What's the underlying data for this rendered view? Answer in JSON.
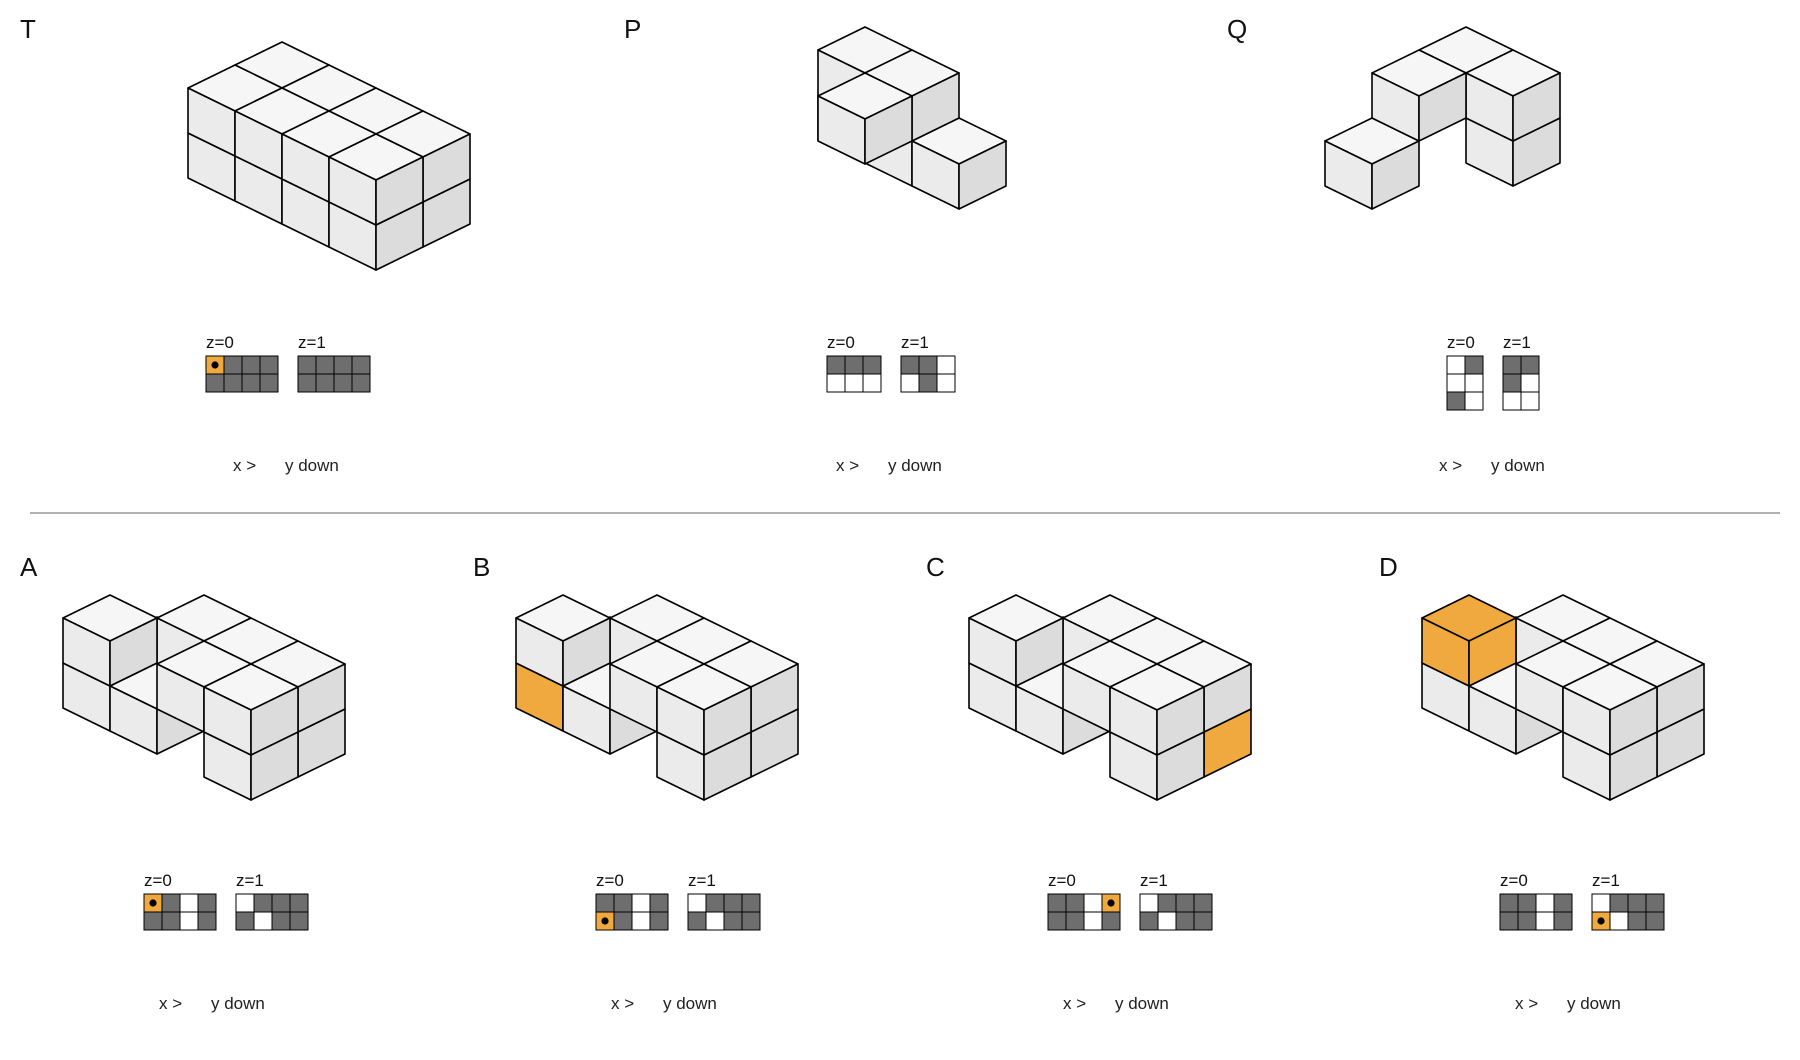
{
  "top_panels": [
    {
      "label": "T",
      "voxels": [
        [
          0,
          0,
          0
        ],
        [
          1,
          0,
          0
        ],
        [
          2,
          0,
          0
        ],
        [
          3,
          0,
          0
        ],
        [
          0,
          1,
          0
        ],
        [
          1,
          1,
          0
        ],
        [
          2,
          1,
          0
        ],
        [
          3,
          1,
          0
        ],
        [
          0,
          0,
          1
        ],
        [
          1,
          0,
          1
        ],
        [
          2,
          0,
          1
        ],
        [
          3,
          0,
          1
        ],
        [
          0,
          1,
          1
        ],
        [
          1,
          1,
          1
        ],
        [
          2,
          1,
          1
        ],
        [
          3,
          1,
          1
        ]
      ],
      "highlight": [],
      "grid": {
        "cols": 4,
        "rows": 2,
        "marker": {
          "z": 0,
          "x": 0,
          "y": 0
        }
      },
      "z0_label": "z=0",
      "z1_label": "z=1",
      "x_label": "x >",
      "y_label": "y down"
    },
    {
      "label": "P",
      "voxels": [
        [
          0,
          0,
          0
        ],
        [
          1,
          0,
          0
        ],
        [
          2,
          0,
          0
        ],
        [
          0,
          0,
          1
        ],
        [
          1,
          0,
          1
        ],
        [
          1,
          1,
          1
        ]
      ],
      "highlight": [],
      "grid": {
        "cols": 3,
        "rows": 2,
        "marker": null
      },
      "z0_label": "z=0",
      "z1_label": "z=1",
      "x_label": "x >",
      "y_label": "y down"
    },
    {
      "label": "Q",
      "voxels": [
        [
          1,
          0,
          0
        ],
        [
          0,
          2,
          0
        ],
        [
          0,
          0,
          1
        ],
        [
          1,
          0,
          1
        ],
        [
          0,
          1,
          1
        ]
      ],
      "highlight": [],
      "grid": {
        "cols": 2,
        "rows": 3,
        "marker": null
      },
      "z0_label": "z=0",
      "z1_label": "z=1",
      "x_label": "x >",
      "y_label": "y down"
    }
  ],
  "bottom_panels": [
    {
      "label": "A",
      "voxels": [
        [
          0,
          0,
          0
        ],
        [
          1,
          0,
          0
        ],
        [
          3,
          0,
          0
        ],
        [
          0,
          1,
          0
        ],
        [
          1,
          1,
          0
        ],
        [
          3,
          1,
          0
        ],
        [
          1,
          0,
          1
        ],
        [
          2,
          0,
          1
        ],
        [
          3,
          0,
          1
        ],
        [
          0,
          1,
          1
        ],
        [
          2,
          1,
          1
        ],
        [
          3,
          1,
          1
        ]
      ],
      "highlight": [],
      "grid": {
        "cols": 4,
        "rows": 2,
        "marker": {
          "z": 0,
          "x": 0,
          "y": 0
        }
      },
      "z0_label": "z=0",
      "z1_label": "z=1",
      "x_label": "x >",
      "y_label": "y down"
    },
    {
      "label": "B",
      "voxels": [
        [
          0,
          0,
          0
        ],
        [
          1,
          0,
          0
        ],
        [
          3,
          0,
          0
        ],
        [
          0,
          1,
          0
        ],
        [
          1,
          1,
          0
        ],
        [
          3,
          1,
          0
        ],
        [
          1,
          0,
          1
        ],
        [
          2,
          0,
          1
        ],
        [
          3,
          0,
          1
        ],
        [
          0,
          1,
          1
        ],
        [
          2,
          1,
          1
        ],
        [
          3,
          1,
          1
        ]
      ],
      "highlight": [
        [
          0,
          1,
          0
        ]
      ],
      "grid": {
        "cols": 4,
        "rows": 2,
        "marker": {
          "z": 0,
          "x": 0,
          "y": 1
        }
      },
      "z0_label": "z=0",
      "z1_label": "z=1",
      "x_label": "x >",
      "y_label": "y down"
    },
    {
      "label": "C",
      "voxels": [
        [
          0,
          0,
          0
        ],
        [
          1,
          0,
          0
        ],
        [
          3,
          0,
          0
        ],
        [
          0,
          1,
          0
        ],
        [
          1,
          1,
          0
        ],
        [
          3,
          1,
          0
        ],
        [
          1,
          0,
          1
        ],
        [
          2,
          0,
          1
        ],
        [
          3,
          0,
          1
        ],
        [
          0,
          1,
          1
        ],
        [
          2,
          1,
          1
        ],
        [
          3,
          1,
          1
        ]
      ],
      "highlight": [
        [
          3,
          0,
          0
        ]
      ],
      "grid": {
        "cols": 4,
        "rows": 2,
        "marker": {
          "z": 0,
          "x": 3,
          "y": 0
        }
      },
      "z0_label": "z=0",
      "z1_label": "z=1",
      "x_label": "x >",
      "y_label": "y down"
    },
    {
      "label": "D",
      "voxels": [
        [
          0,
          0,
          0
        ],
        [
          1,
          0,
          0
        ],
        [
          3,
          0,
          0
        ],
        [
          0,
          1,
          0
        ],
        [
          1,
          1,
          0
        ],
        [
          3,
          1,
          0
        ],
        [
          1,
          0,
          1
        ],
        [
          2,
          0,
          1
        ],
        [
          3,
          0,
          1
        ],
        [
          0,
          1,
          1
        ],
        [
          2,
          1,
          1
        ],
        [
          3,
          1,
          1
        ]
      ],
      "highlight": [
        [
          0,
          1,
          1
        ]
      ],
      "grid": {
        "cols": 4,
        "rows": 2,
        "marker": {
          "z": 1,
          "x": 0,
          "y": 1
        }
      },
      "z0_label": "z=0",
      "z1_label": "z=1",
      "x_label": "x >",
      "y_label": "y down"
    }
  ],
  "colors": {
    "face_top": "#f6f6f6",
    "face_left": "#ebebeb",
    "face_right": "#dcdcdc",
    "edge": "#000000",
    "highlight": "#f0a93e",
    "filled_cell": "#6e6e6e",
    "empty_cell": "#ffffff",
    "separator": "#999999"
  }
}
